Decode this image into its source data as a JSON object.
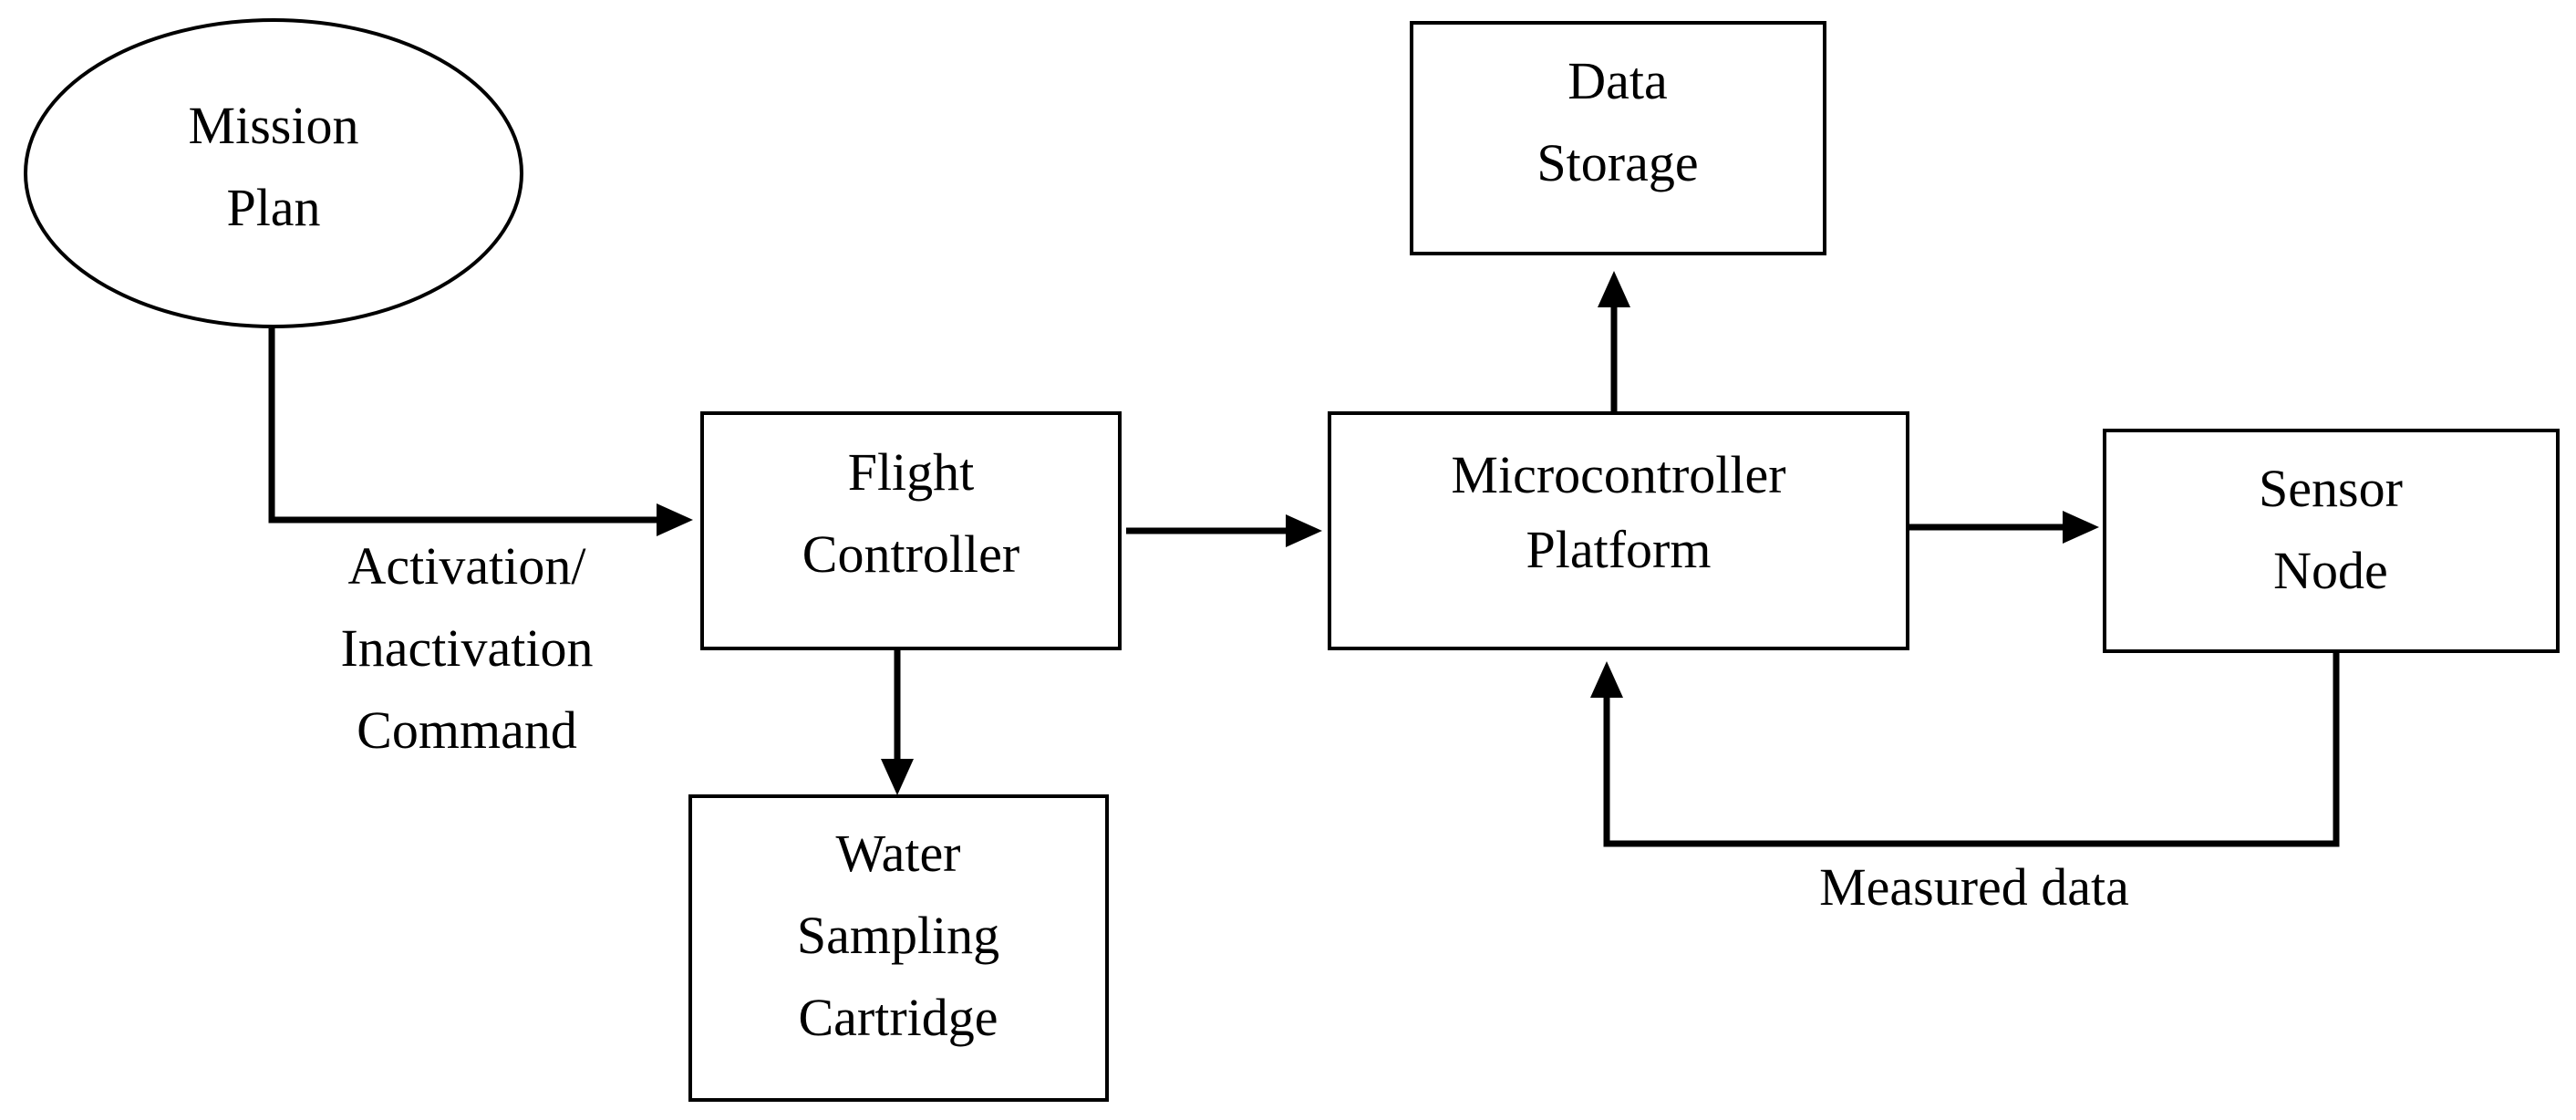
{
  "nodes": {
    "mission_plan": {
      "line1": "Mission",
      "line2": "Plan"
    },
    "data_storage": {
      "line1": "Data",
      "line2": "Storage"
    },
    "flight_controller": {
      "line1": "Flight",
      "line2": "Controller"
    },
    "microcontroller_platform": {
      "line1": "Microcontroller",
      "line2": "Platform"
    },
    "sensor_node": {
      "line1": "Sensor",
      "line2": "Node"
    },
    "water_sampling_cartridge": {
      "line1": "Water",
      "line2": "Sampling",
      "line3": "Cartridge"
    }
  },
  "edges": {
    "activation_command": {
      "line1": "Activation/",
      "line2": "Inactivation",
      "line3": "Command"
    },
    "measured_data": {
      "label": "Measured data"
    }
  },
  "colors": {
    "stroke": "#000000",
    "background": "#ffffff"
  }
}
